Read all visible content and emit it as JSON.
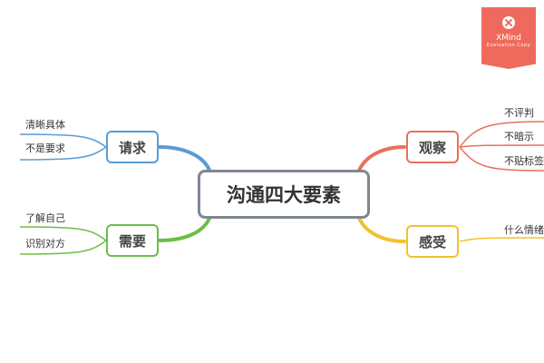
{
  "central": {
    "label": "沟通四大要素"
  },
  "colors": {
    "central_border": "#7f8791",
    "qingqiu": "#5b9bd5",
    "xuyao": "#6cbe45",
    "guancha": "#e8705b",
    "ganshou": "#f2c12e",
    "watermark": "#ee6a5c"
  },
  "branches": {
    "qingqiu": {
      "label": "请求",
      "children": [
        "清晰具体",
        "不是要求"
      ]
    },
    "xuyao": {
      "label": "需要",
      "children": [
        "了解自己",
        "识别对方"
      ]
    },
    "guancha": {
      "label": "观察",
      "children": [
        "不评判",
        "不暗示",
        "不贴标签"
      ]
    },
    "ganshou": {
      "label": "感受",
      "children": [
        "什么情绪"
      ]
    }
  },
  "watermark": {
    "name": "XMind",
    "sub": "Evaluation Copy"
  }
}
